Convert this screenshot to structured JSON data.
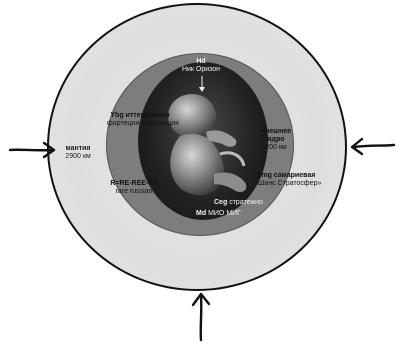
{
  "labels": {
    "top_core_title": "Hd",
    "top_core_sub": "Ник Оризон",
    "left_mantle_title": "Ybg иттербиевая",
    "left_mantle_sub": "фортеция-коррозация",
    "mantle_title": "мантия",
    "mantle_sub": "2900 км",
    "rare_title": "R=RE-REE-TR",
    "rare_sub": "rare russian",
    "outer_core_title": "внешнее ядро",
    "outer_core_sub": "200 км",
    "smg_title": "Smg самариевая",
    "smg_sub": "«Шанс Стратосфер»",
    "ceg_title": "Ceg",
    "ceg_sub": "стратежно",
    "bottom_title": "Md",
    "bottom_sub": "МИО МИГ"
  },
  "colors": {
    "outer_ring": "#e3e3e3",
    "mantle": "#7d7d7d",
    "core": "#1c1c1c",
    "ink": "#111111"
  },
  "icons": {
    "center_figure": "fetus-figure",
    "arrows": [
      "arrow-right-icon",
      "arrow-left-icon",
      "arrow-up-icon"
    ]
  }
}
